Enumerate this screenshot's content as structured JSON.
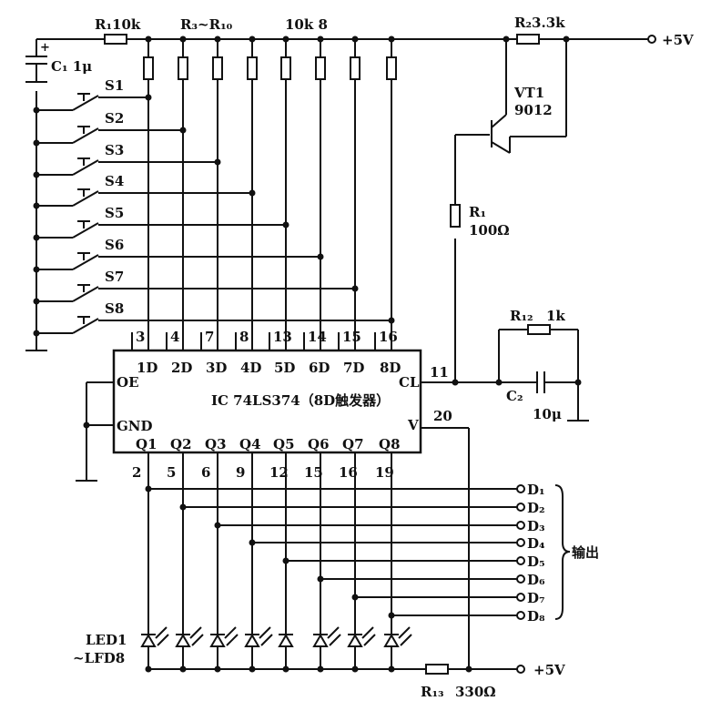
{
  "labels": {
    "r1_top": "R₁10k",
    "r_range": "R₃~R₁₀",
    "r_range_val": "10k  8",
    "r2": "R₂3.3k",
    "supply_top": "+5V",
    "c1": "C₁  1μ",
    "vt1_name": "VT1",
    "vt1_part": "9012",
    "r_base": "R₁",
    "r_base_val": "100Ω",
    "r12": "R₁₂",
    "r12_val": "1k",
    "c2": "C₂",
    "c2_val": "10μ",
    "ic_title": "IC 74LS374（8D触发器）",
    "oe": "OE",
    "gnd": "GND",
    "cl": "CL",
    "v": "V",
    "pin_cl": "11",
    "pin_v": "20",
    "leds": "LED1",
    "leds2": "~LFD8",
    "r13": "R₁₃",
    "r13_val": "330Ω",
    "supply_bottom": "+5V",
    "output": "输出"
  },
  "switches": [
    "S1",
    "S2",
    "S3",
    "S4",
    "S5",
    "S6",
    "S7",
    "S8"
  ],
  "d_inputs": [
    "1D",
    "2D",
    "3D",
    "4D",
    "5D",
    "6D",
    "7D",
    "8D"
  ],
  "d_pins": [
    "3",
    "4",
    "7",
    "8",
    "13",
    "14",
    "15",
    "16"
  ],
  "q_outputs": [
    "Q1",
    "Q2",
    "Q3",
    "Q4",
    "Q5",
    "Q6",
    "Q7",
    "Q8"
  ],
  "q_pins": [
    "2",
    "5",
    "6",
    "9",
    "12",
    "15",
    "16",
    "19"
  ],
  "outputs": [
    "D₁",
    "D₂",
    "D₃",
    "D₄",
    "D₅",
    "D₆",
    "D₇",
    "D₈"
  ]
}
